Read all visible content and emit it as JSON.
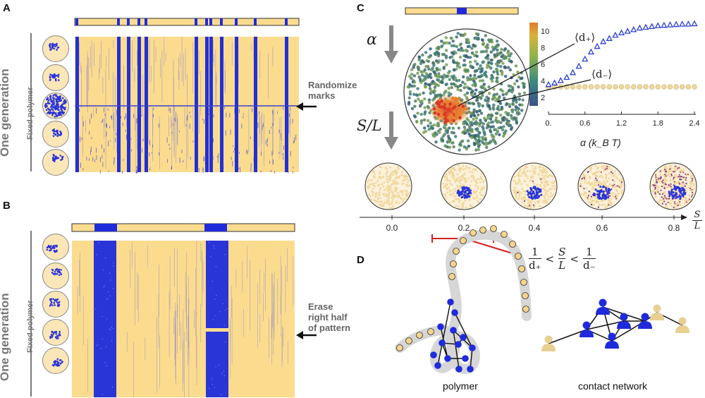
{
  "panels": {
    "a": {
      "label": "A",
      "side_title": "One generation",
      "thumb_label": "Fixed polymer",
      "annotation_line1": "Randomize",
      "annotation_line2": "marks"
    },
    "b": {
      "label": "B",
      "side_title": "One generation",
      "thumb_label": "Fixed polymer",
      "annotation_line1": "Erase",
      "annotation_line2": "right half",
      "annotation_line3": "of pattern"
    },
    "c": {
      "label": "C",
      "alpha_symbol": "α",
      "sl_symbol": "S/L",
      "dplus_label": "⟨d₊⟩",
      "dminus_label": "⟨d₋⟩",
      "sl_axis_S": "S",
      "sl_axis_L": "L",
      "sl_ticks": [
        "0.0",
        "0.2",
        "0.4",
        "0.6",
        "0.8"
      ],
      "inequality": {
        "frac1_num": "1",
        "frac1_den": "d₊",
        "lt": "<",
        "mid_num": "S",
        "mid_den": "L",
        "frac2_num": "1",
        "frac2_den": "d₋"
      }
    },
    "d": {
      "label": "D",
      "polymer_caption": "polymer",
      "network_caption": "contact network"
    }
  },
  "chart_data": {
    "type": "scatter",
    "title": "",
    "xlabel": "α (k_B T)",
    "ylabel": "",
    "xlim": [
      0,
      2.4
    ],
    "ylim": [
      0,
      11
    ],
    "x_ticks": [
      "0.",
      "0.6",
      "1.2",
      "1.8",
      "2.4"
    ],
    "colorbar_ticks": [
      "2",
      "4",
      "6",
      "8",
      "10"
    ],
    "series": [
      {
        "name": "⟨d₊⟩",
        "marker": "triangle",
        "color": "#2b3fd6",
        "x": [
          0.0,
          0.1,
          0.2,
          0.3,
          0.4,
          0.5,
          0.6,
          0.7,
          0.8,
          0.9,
          1.0,
          1.1,
          1.2,
          1.3,
          1.4,
          1.5,
          1.6,
          1.7,
          1.8,
          1.9,
          2.0,
          2.1,
          2.2,
          2.3,
          2.4
        ],
        "y": [
          3.4,
          3.6,
          3.9,
          4.3,
          4.9,
          5.7,
          6.6,
          7.5,
          8.2,
          8.8,
          9.2,
          9.6,
          9.9,
          10.1,
          10.3,
          10.5,
          10.6,
          10.7,
          10.8,
          10.85,
          10.9,
          10.95,
          11.0,
          11.0,
          11.05
        ]
      },
      {
        "name": "⟨d₋⟩",
        "marker": "circle",
        "color": "#ecd9a0",
        "x": [
          0.0,
          0.1,
          0.2,
          0.3,
          0.4,
          0.5,
          0.6,
          0.7,
          0.8,
          0.9,
          1.0,
          1.1,
          1.2,
          1.3,
          1.4,
          1.5,
          1.6,
          1.7,
          1.8,
          1.9,
          2.0,
          2.1,
          2.2,
          2.3,
          2.4
        ],
        "y": [
          3.1,
          3.1,
          3.1,
          3.1,
          3.1,
          3.1,
          3.1,
          3.1,
          3.1,
          3.1,
          3.1,
          3.1,
          3.1,
          3.1,
          3.1,
          3.1,
          3.1,
          3.1,
          3.1,
          3.1,
          3.1,
          3.1,
          3.1,
          3.1,
          3.1
        ]
      }
    ]
  }
}
